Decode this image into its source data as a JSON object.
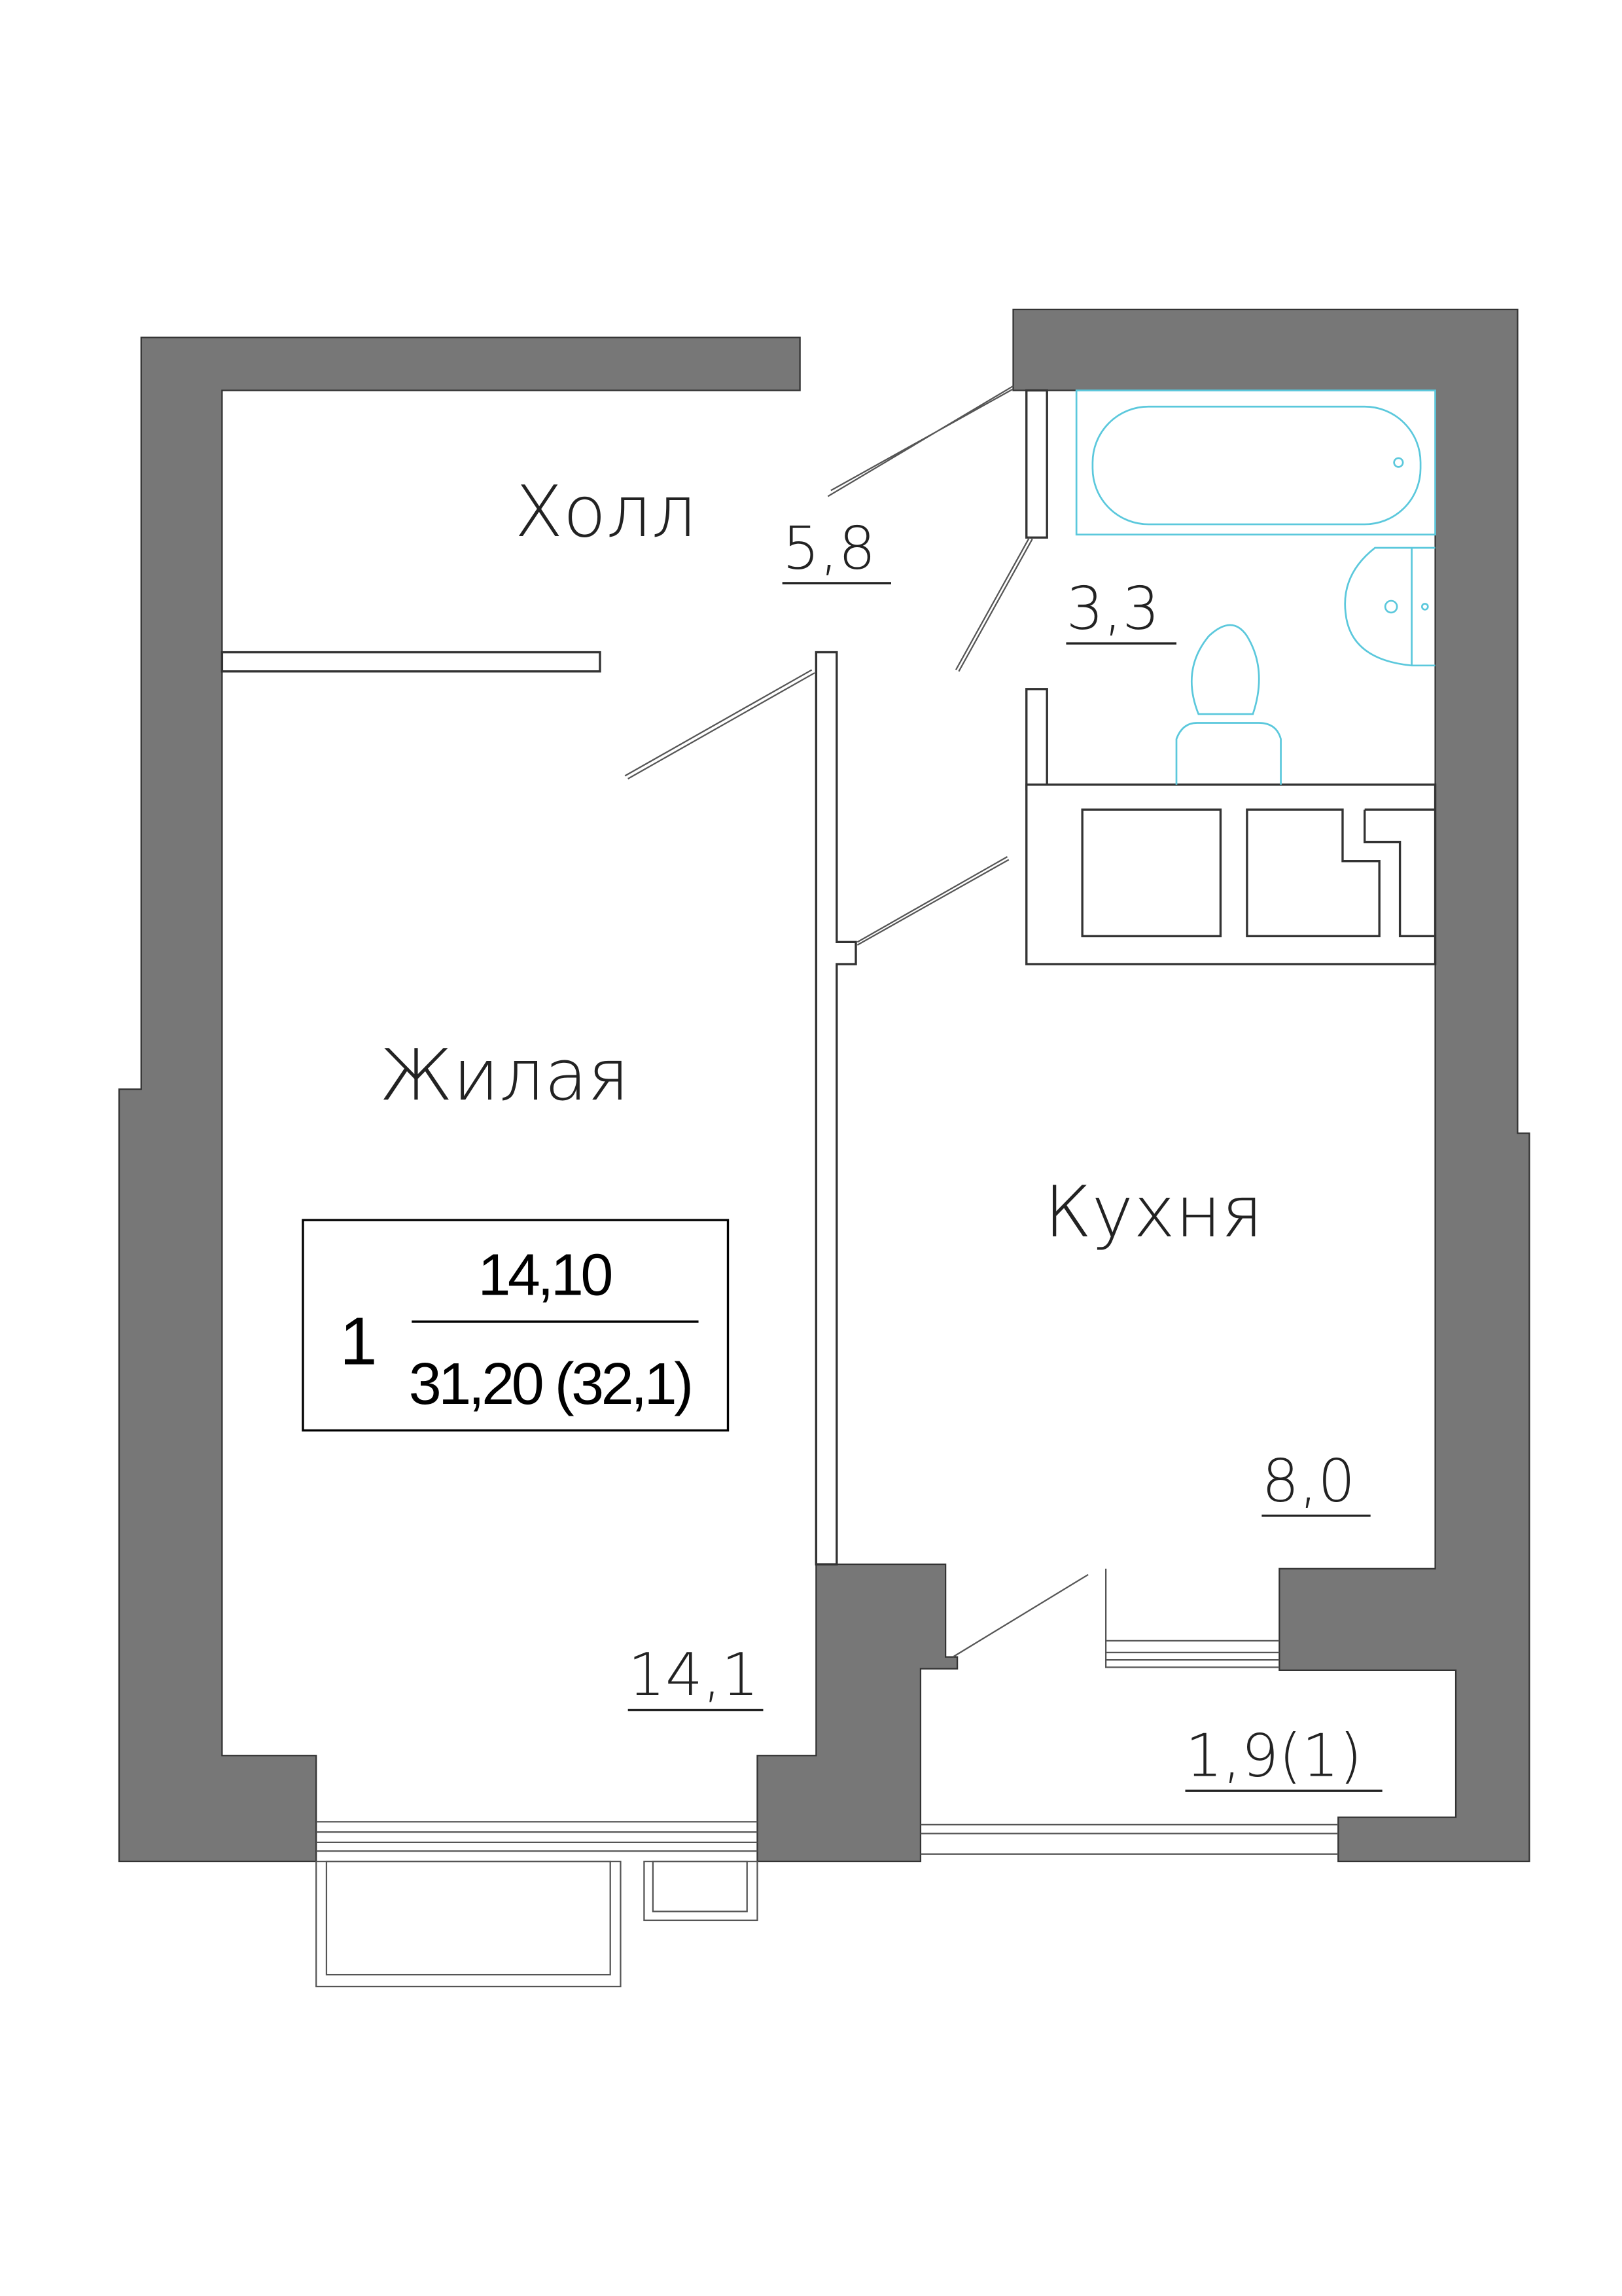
{
  "rooms": {
    "hall": {
      "name": "Холл",
      "area": "5,8"
    },
    "bathroom": {
      "area": "3,3"
    },
    "living": {
      "name": "Жилая",
      "area": "14,1"
    },
    "kitchen": {
      "name": "Кухня",
      "area": "8,0"
    },
    "balcony": {
      "area": "1,9(1)"
    }
  },
  "summary": {
    "rooms_count": "1",
    "living_area": "14,10",
    "total_area": "31,20 (32,1)"
  },
  "colors": {
    "wall": "#777777",
    "fixture": "#5bc8dc",
    "line": "#333333"
  }
}
